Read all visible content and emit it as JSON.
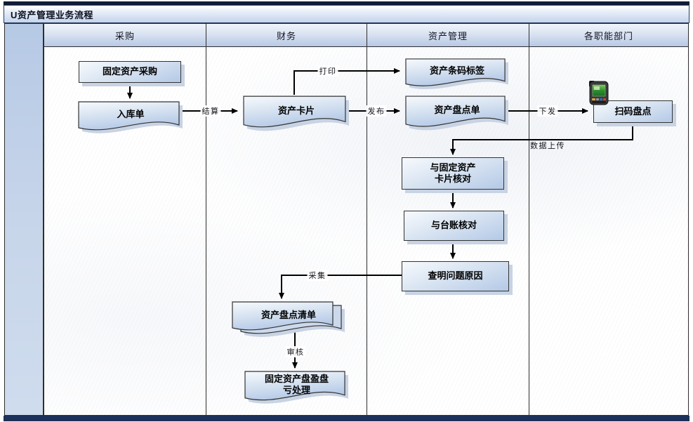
{
  "title": "U资产管理业务流程",
  "lanes": [
    {
      "label": "采购"
    },
    {
      "label": "财务"
    },
    {
      "label": "资产管理"
    },
    {
      "label": "各职能部门"
    }
  ],
  "nodes": {
    "fixed_asset_purchase": {
      "label": "固定资产采购",
      "type": "process",
      "lane": "采购"
    },
    "receipt_note": {
      "label": "入库单",
      "type": "document",
      "lane": "采购"
    },
    "asset_card": {
      "label": "资产卡片",
      "type": "document",
      "lane": "财务"
    },
    "asset_barcode_label": {
      "label": "资产条码标签",
      "type": "document",
      "lane": "资产管理"
    },
    "asset_count_sheet": {
      "label": "资产盘点单",
      "type": "document",
      "lane": "资产管理"
    },
    "scan_count": {
      "label": "扫码盘点",
      "type": "process",
      "lane": "各职能部门",
      "icon": "handheld-scanner-icon"
    },
    "check_against_card": {
      "label": "与固定资产\n卡片核对",
      "type": "process",
      "lane": "资产管理"
    },
    "check_against_ledger": {
      "label": "与台账核对",
      "type": "process",
      "lane": "资产管理"
    },
    "identify_problem_cause": {
      "label": "查明问题原因",
      "type": "process",
      "lane": "资产管理"
    },
    "asset_count_list": {
      "label": "资产盘点清单",
      "type": "multi-document",
      "lane": "财务"
    },
    "surplus_deficit_handling": {
      "label": "固定资产盘盈盘\n亏处理",
      "type": "document",
      "lane": "财务"
    }
  },
  "edges": [
    {
      "from": "fixed_asset_purchase",
      "to": "receipt_note",
      "label": ""
    },
    {
      "from": "receipt_note",
      "to": "asset_card",
      "label": "结算"
    },
    {
      "from": "asset_card",
      "to": "asset_barcode_label",
      "label": "打印"
    },
    {
      "from": "asset_card",
      "to": "asset_count_sheet",
      "label": "发布"
    },
    {
      "from": "asset_count_sheet",
      "to": "scan_count",
      "label": "下发"
    },
    {
      "from": "scan_count",
      "to": "check_against_card",
      "label": "数据上传"
    },
    {
      "from": "check_against_card",
      "to": "check_against_ledger",
      "label": ""
    },
    {
      "from": "check_against_ledger",
      "to": "identify_problem_cause",
      "label": ""
    },
    {
      "from": "identify_problem_cause",
      "to": "asset_count_list",
      "label": "采集"
    },
    {
      "from": "asset_count_list",
      "to": "surplus_deficit_handling",
      "label": "审核"
    }
  ],
  "colors": {
    "top_bar": "#0f1b38",
    "bottom_bar": "#1d3159",
    "lane_header_top": "#f0f5fb",
    "lane_header_bottom": "#b7c9e4",
    "shape_fill_top": "#f7fafd",
    "shape_fill_bottom": "#b4c9e7",
    "shape_border": "#333333",
    "shape_shadow": "#c8d3e3",
    "connector": "#000000",
    "scanner_screen_green": "#2e8f2e"
  }
}
